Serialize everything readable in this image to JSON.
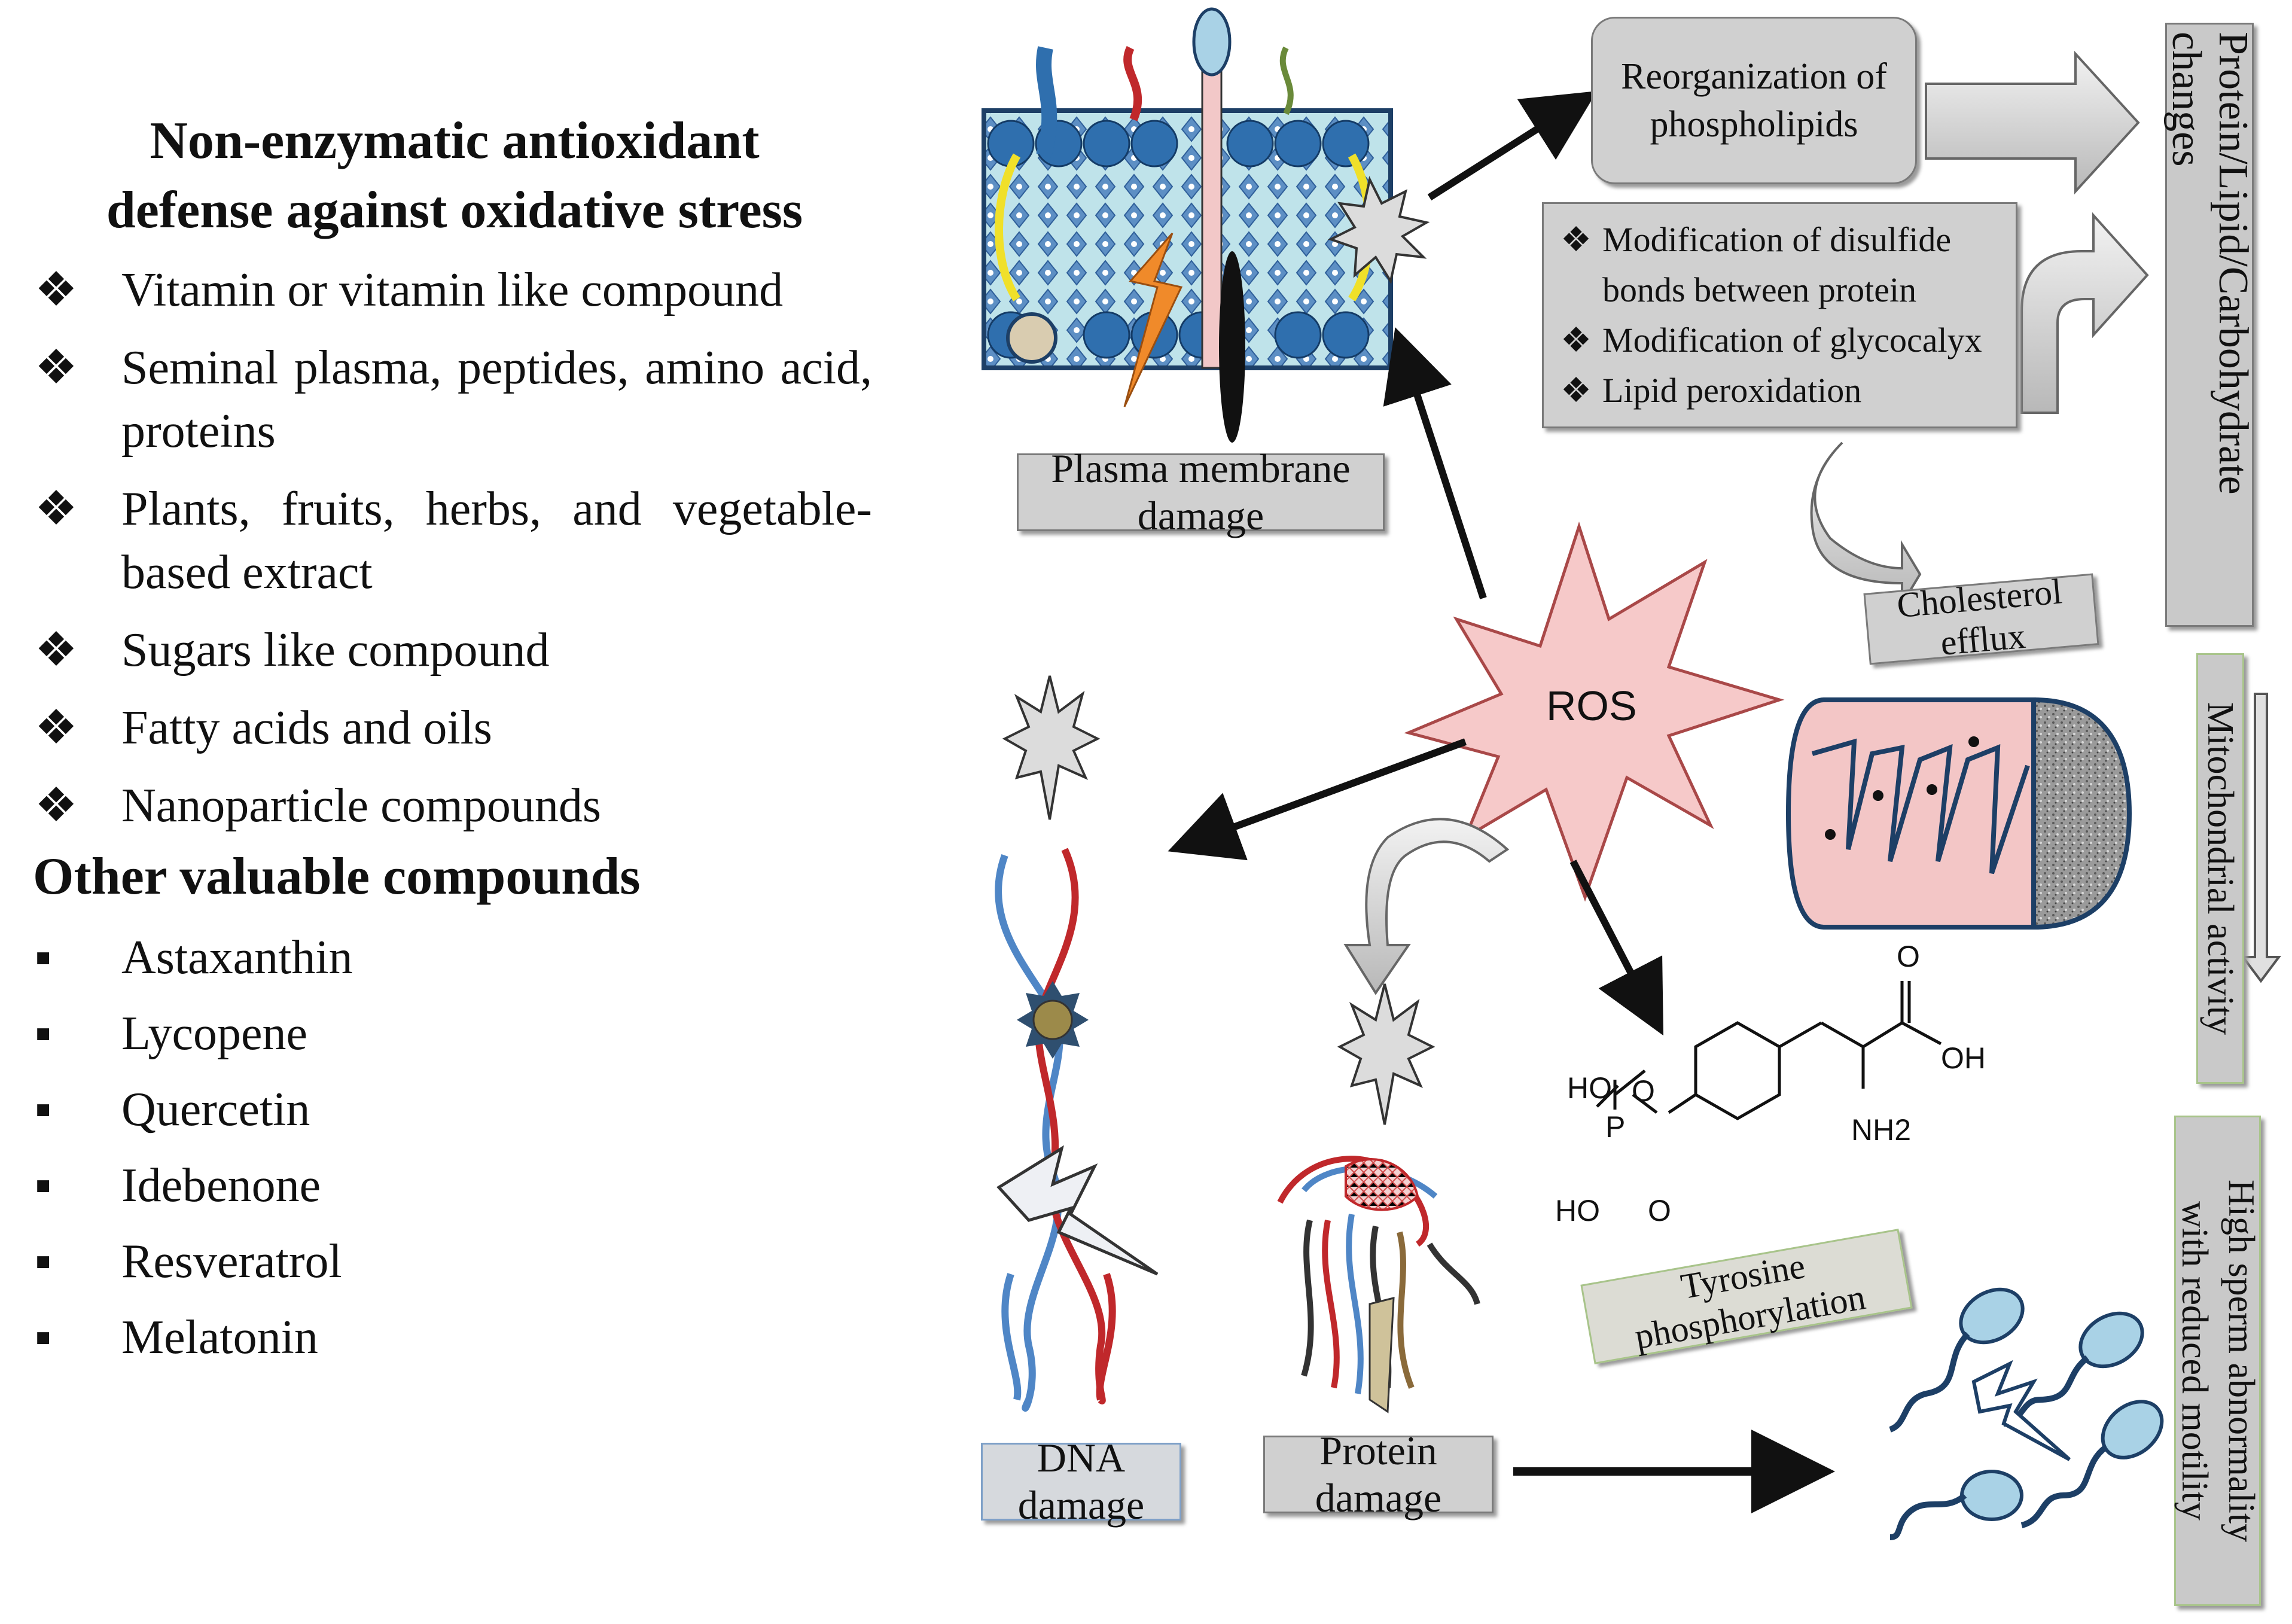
{
  "left_panel": {
    "title_line1": "Non-enzymatic antioxidant",
    "title_line2": "defense against oxidative stress",
    "antioxidants": [
      {
        "bullet": "❖",
        "text": "Vitamin or vitamin like compound"
      },
      {
        "bullet": "❖",
        "text": "Seminal plasma, peptides, amino acid, proteins"
      },
      {
        "bullet": "❖",
        "text": "Plants, fruits, herbs, and vegetable-based extract"
      },
      {
        "bullet": "❖",
        "text": "Sugars like compound"
      },
      {
        "bullet": "❖",
        "text": "Fatty acids and oils"
      },
      {
        "bullet": "❖",
        "text": "Nanoparticle compounds"
      }
    ],
    "other_heading": "Other valuable compounds",
    "other_compounds": [
      {
        "bullet": "▪",
        "text": "Astaxanthin"
      },
      {
        "bullet": "▪",
        "text": "Lycopene"
      },
      {
        "bullet": "▪",
        "text": "Quercetin"
      },
      {
        "bullet": "▪",
        "text": "Idebenone"
      },
      {
        "bullet": "▪",
        "text": "Resveratrol"
      },
      {
        "bullet": "▪",
        "text": "Melatonin"
      }
    ]
  },
  "diagram": {
    "center": "ROS",
    "reorganization": "Reorganization of phospholipids",
    "modifications": [
      {
        "bullet": "❖",
        "text": "Modification of disulfide bonds between protein"
      },
      {
        "bullet": "❖",
        "text": "Modification of glycocalyx"
      },
      {
        "bullet": "❖",
        "text": "Lipid peroxidation"
      }
    ],
    "plasma_membrane": "Plasma membrane damage",
    "cholesterol": "Cholesterol efflux",
    "protein_lipid_side": "Protein/Lipid/Carbohydrate changes",
    "mitochondrial_side": "Mitochondrial activity",
    "sperm_side_line1": "High sperm abnormality",
    "sperm_side_line2": "with reduced motility",
    "tyrosine": "Tyrosine phosphorylation",
    "dna": "DNA damage",
    "protein": "Protein damage",
    "chem_labels": {
      "o_top": "O",
      "oh": "OH",
      "nh2": "NH2",
      "ho1": "HO",
      "o_p": "O",
      "p": "P",
      "ho2": "HO",
      "o_link": "O"
    }
  },
  "colors": {
    "box_gray": "#d0d0d0",
    "ros_fill": "#f6c9c9",
    "membrane_blue": "#2f6fae",
    "dna_red": "#c0282b",
    "dna_blue": "#4f86c6",
    "sperm_fill": "#a9d2e6",
    "mito_pink": "#f3c6c6"
  }
}
